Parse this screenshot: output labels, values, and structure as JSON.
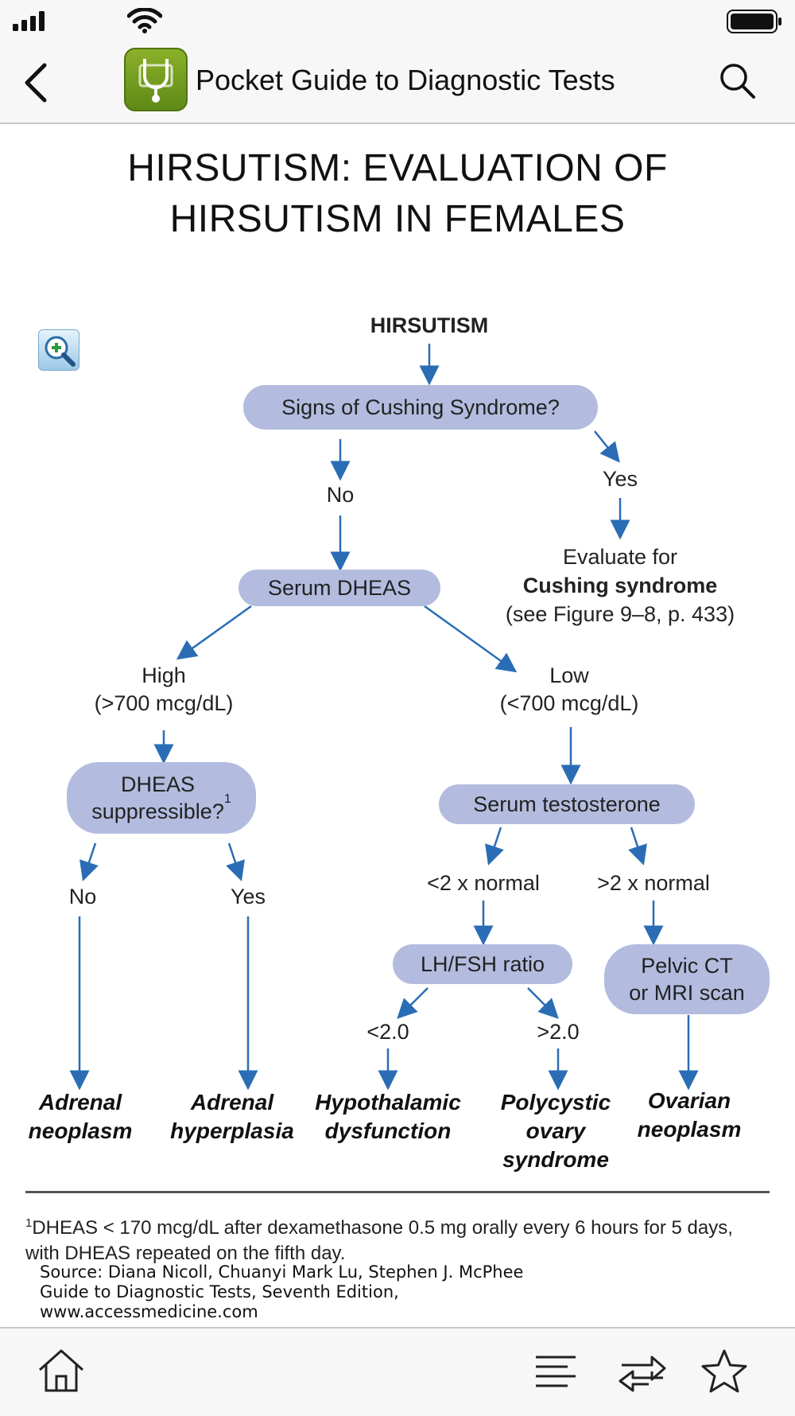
{
  "app": {
    "title": "Pocket Guide to Diagnostic Tests"
  },
  "icons": {
    "back": "chevron-left-icon",
    "search": "search-icon",
    "zoom": "zoom-in-icon",
    "home": "home-icon",
    "contents": "list-icon",
    "switch": "swap-arrows-icon",
    "bookmark": "star-icon"
  },
  "page": {
    "title": "HIRSUTISM: EVALUATION OF\nHIRSUTISM IN FEMALES"
  },
  "flowchart": {
    "start": "HIRSUTISM",
    "q_cushing": "Signs of Cushing Syndrome?",
    "no_1": "No",
    "yes_1": "Yes",
    "evaluate_for": "Evaluate for",
    "cushing_bold": "Cushing syndrome",
    "see_figure": "(see Figure 9–8, p. 433)",
    "serum_dheas": "Serum DHEAS",
    "high": "High\n(>700 mcg/dL)",
    "low": "Low\n(<700 mcg/dL)",
    "dheas_suppressible": "DHEAS\nsuppressible?",
    "footnote_mark": "1",
    "no_2": "No",
    "yes_2": "Yes",
    "serum_testosterone": "Serum testosterone",
    "lt_2x": "<2 x normal",
    "gt_2x": ">2 x normal",
    "lh_fsh": "LH/FSH ratio",
    "pelvic_ct": "Pelvic CT\nor MRI scan",
    "lt_2_0": "<2.0",
    "gt_2_0": ">2.0",
    "outcomes": {
      "adrenal_neoplasm": "Adrenal\nneoplasm",
      "adrenal_hyperplasia": "Adrenal\nhyperplasia",
      "hypothalamic": "Hypothalamic\ndysfunction",
      "pcos": "Polycystic\novary\nsyndrome",
      "ovarian": "Ovarian\nneoplasm"
    },
    "accent_color": "#b3bcdf",
    "arrow_color": "#2a6db5"
  },
  "footnote": {
    "mark": "1",
    "text": "DHEAS < 170 mcg/dL after dexamethasone 0.5 mg orally every 6 hours for 5 days, with DHEAS repeated on the fifth day."
  },
  "source": {
    "text": "Source: Diana Nicoll, Chuanyi Mark Lu, Stephen J. McPhee\nGuide to Diagnostic Tests, Seventh Edition,\nwww.accessmedicine.com"
  }
}
